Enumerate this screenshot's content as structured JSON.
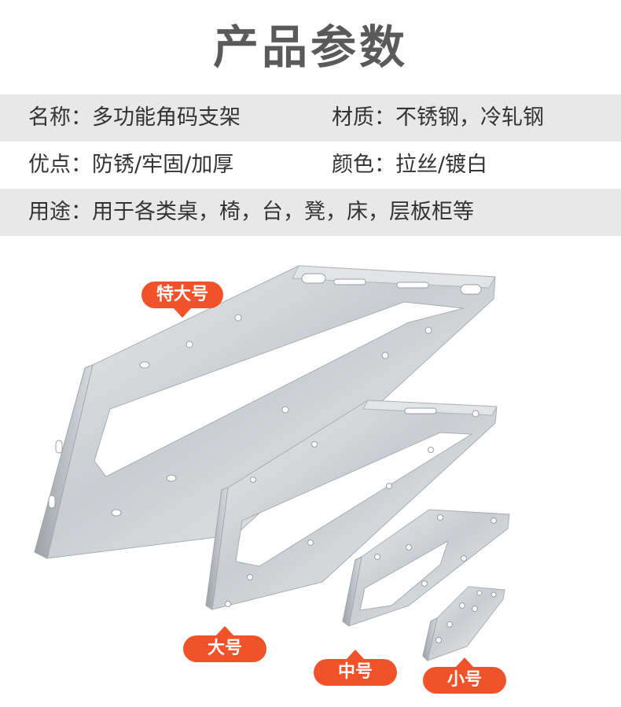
{
  "title": "产品参数",
  "specs": {
    "name": "名称：多功能角码支架",
    "material": "材质：不锈钢，冷轧钢",
    "advantage": "优点：防锈/牢固/加厚",
    "color": "颜色：拉丝/镀白",
    "usage": "用途：用于各类桌，椅，台，凳，床，层板柜等"
  },
  "size_labels": {
    "extra_large": "特大号",
    "large": "大号",
    "medium": "中号",
    "small": "小号"
  },
  "colors": {
    "label_bg": "#f2522a",
    "shaded_row": "#e8e8e8",
    "steel": "#cfd2d6"
  }
}
